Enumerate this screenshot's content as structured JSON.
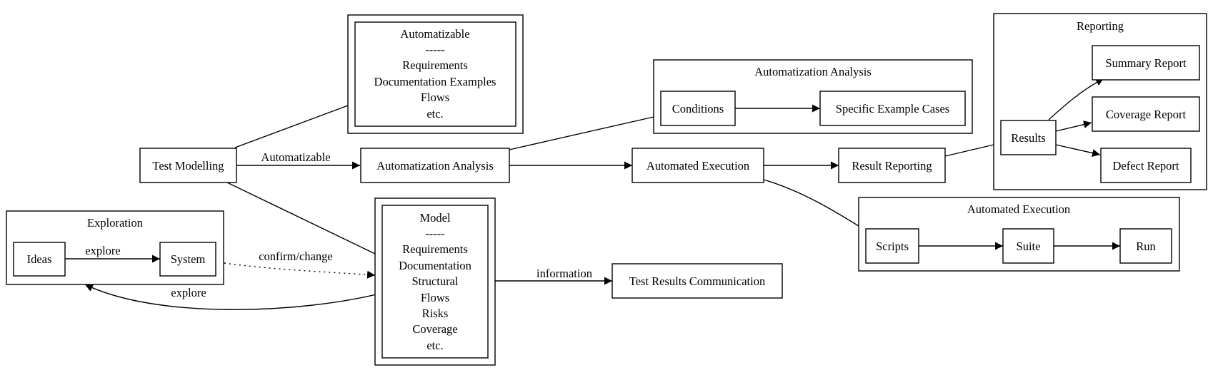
{
  "nodes": {
    "test_modelling": "Test Modelling",
    "automatization_analysis": "Automatization Analysis",
    "automated_execution": "Automated Execution",
    "result_reporting": "Result Reporting",
    "test_results_communication": "Test Results Communication",
    "ideas": "Ideas",
    "system": "System",
    "conditions": "Conditions",
    "specific_example_cases": "Specific Example Cases",
    "results": "Results",
    "summary_report": "Summary Report",
    "coverage_report": "Coverage Report",
    "defect_report": "Defect Report",
    "scripts": "Scripts",
    "suite": "Suite",
    "run": "Run"
  },
  "notes": {
    "automatizable": [
      "Automatizable",
      "-----",
      "Requirements",
      "Documentation Examples",
      "Flows",
      "etc."
    ],
    "model": [
      "Model",
      "-----",
      "Requirements",
      "Documentation",
      "Structural",
      "Flows",
      "Risks",
      "Coverage",
      "etc."
    ]
  },
  "clusters": {
    "exploration": "Exploration",
    "automatization_analysis": "Automatization Analysis",
    "reporting": "Reporting",
    "automated_execution": "Automated Execution"
  },
  "edge_labels": {
    "automatizable": "Automatizable",
    "explore_ideas_system": "explore",
    "explore_back": "explore",
    "confirm_change": "confirm/change",
    "information": "information"
  }
}
